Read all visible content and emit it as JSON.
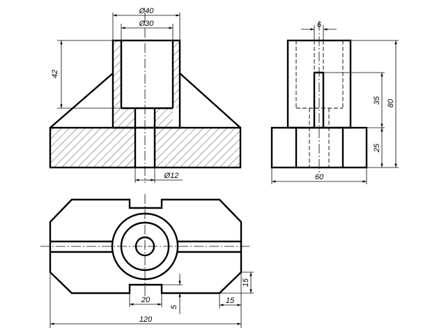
{
  "drawing": {
    "title": "",
    "dimensions": {
      "d_outer": "Ø40",
      "d_inner": "Ø30",
      "d_hole": "Ø12",
      "h_bore": "42",
      "slot_width": "6",
      "h_slot": "35",
      "h_total": "80",
      "h_base": "25",
      "side_width": "60",
      "notch_width": "20",
      "notch_depth": "5",
      "chamfer_h": "15",
      "chamfer_w": "15",
      "total_length": "120"
    }
  }
}
